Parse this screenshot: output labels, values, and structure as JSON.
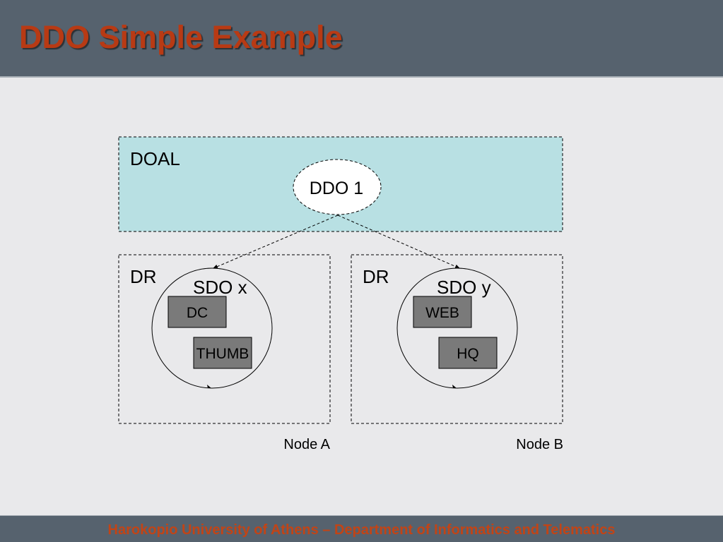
{
  "header": {
    "title": "DDO Simple Example"
  },
  "diagram": {
    "doal_label": "DOAL",
    "ddo_label": "DDO 1",
    "node_a": {
      "dr_label": "DR",
      "sdo_label": "SDO x",
      "box1": "DC",
      "box2": "THUMB",
      "node_label": "Node A"
    },
    "node_b": {
      "dr_label": "DR",
      "sdo_label": "SDO y",
      "box1": "WEB",
      "box2": "HQ",
      "node_label": "Node B"
    }
  },
  "footer": {
    "text": "Harokopio University of Athens – Department of Informatics and Telematics"
  },
  "colors": {
    "header_bg": "#56626e",
    "title": "#b83a14",
    "doal_fill": "#b8e0e3",
    "box_fill": "#7a7a7a",
    "footer_text": "#c24416"
  }
}
